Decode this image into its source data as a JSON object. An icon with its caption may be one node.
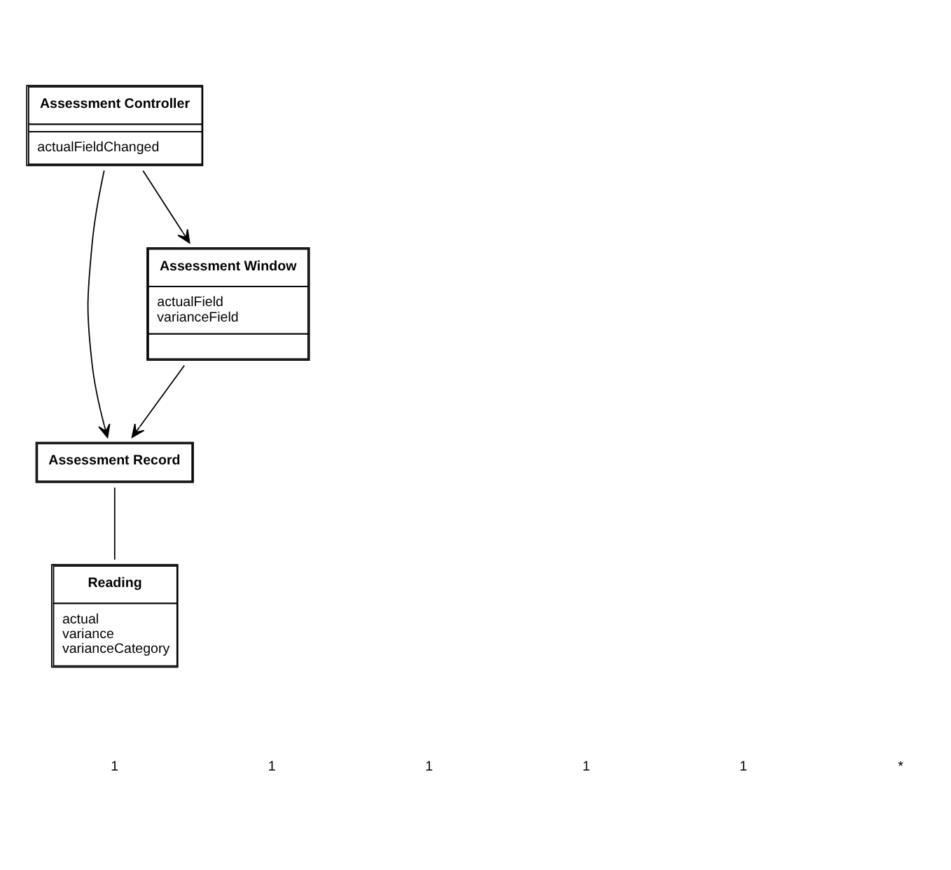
{
  "diagram": {
    "nodes": [
      {
        "text": [
          "Assessment Controller",
          "actualFieldChanged"
        ]
      },
      {
        "text": [
          "Assessment Record"
        ]
      },
      {
        "text": [
          "Assessment Window",
          "actualField",
          "varianceField"
        ]
      },
      {
        "text": [
          "Reading",
          "actual",
          "variance",
          "varianceCategory"
        ]
      }
    ],
    "edges": [
      {
        "from": 0,
        "to": 2,
        "arrow": "to"
      },
      {
        "from": 0,
        "to": 1,
        "arrow": "to"
      },
      {
        "from": 2,
        "to": 1,
        "arrow": "to"
      },
      {
        "from": 1,
        "to": 3,
        "arrow": "none"
      }
    ],
    "labels": [
      "1",
      "1",
      "1",
      "1",
      "1",
      "*"
    ]
  }
}
